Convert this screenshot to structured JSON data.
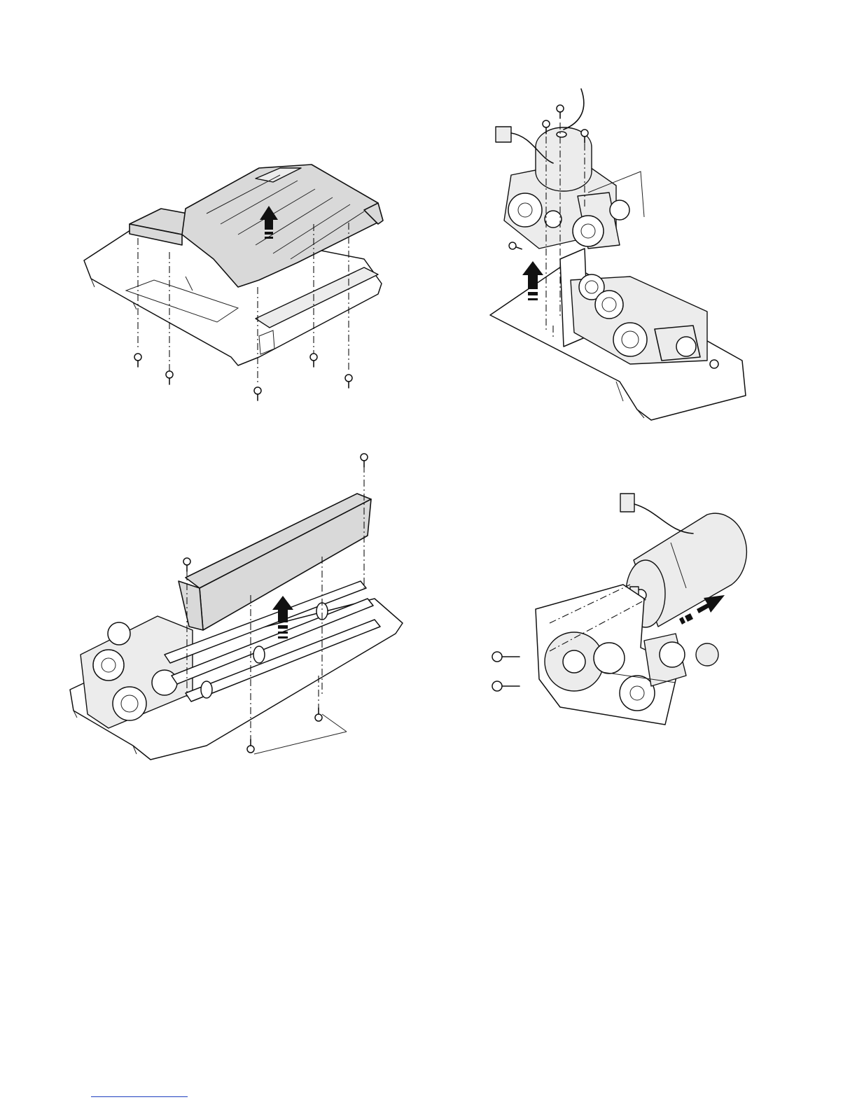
{
  "figures": [
    {
      "id": "fig-top-cover",
      "subject": "paper-tray-cover",
      "screws": 5,
      "arrow": "up"
    },
    {
      "id": "fig-drive-unit",
      "subject": "drive-motor-unit",
      "screws": 4,
      "arrow": "up"
    },
    {
      "id": "fig-paper-guide",
      "subject": "paper-guide-cover",
      "screws": 4,
      "arrow": "up"
    },
    {
      "id": "fig-motor",
      "subject": "drive-motor",
      "screws": 2,
      "arrow": "right"
    }
  ],
  "footer": {
    "link_text": ""
  },
  "colors": {
    "line": "#111111",
    "shade": "#d9d9d9",
    "link": "#1f3fbf"
  }
}
